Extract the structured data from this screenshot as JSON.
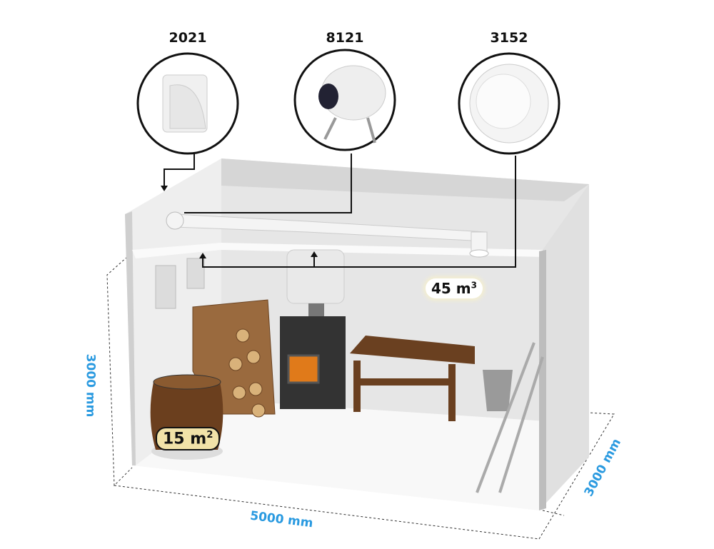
{
  "products": [
    {
      "code": "2021",
      "icon": "wall-vent-hood-icon"
    },
    {
      "code": "8121",
      "icon": "duct-fan-icon"
    },
    {
      "code": "3152",
      "icon": "round-air-valve-icon"
    }
  ],
  "room": {
    "volume_value": "45 m",
    "volume_unit_sup": "3",
    "area_value": "15 m",
    "area_unit_sup": "2",
    "height_label": "3000 mm",
    "length_label": "5000 mm",
    "depth_label": "3000 mm"
  },
  "colors": {
    "dimension": "#2a9ae0",
    "duct": "#f2f2f2",
    "wall": "#e4e4e4",
    "floor": "#fafafa"
  }
}
